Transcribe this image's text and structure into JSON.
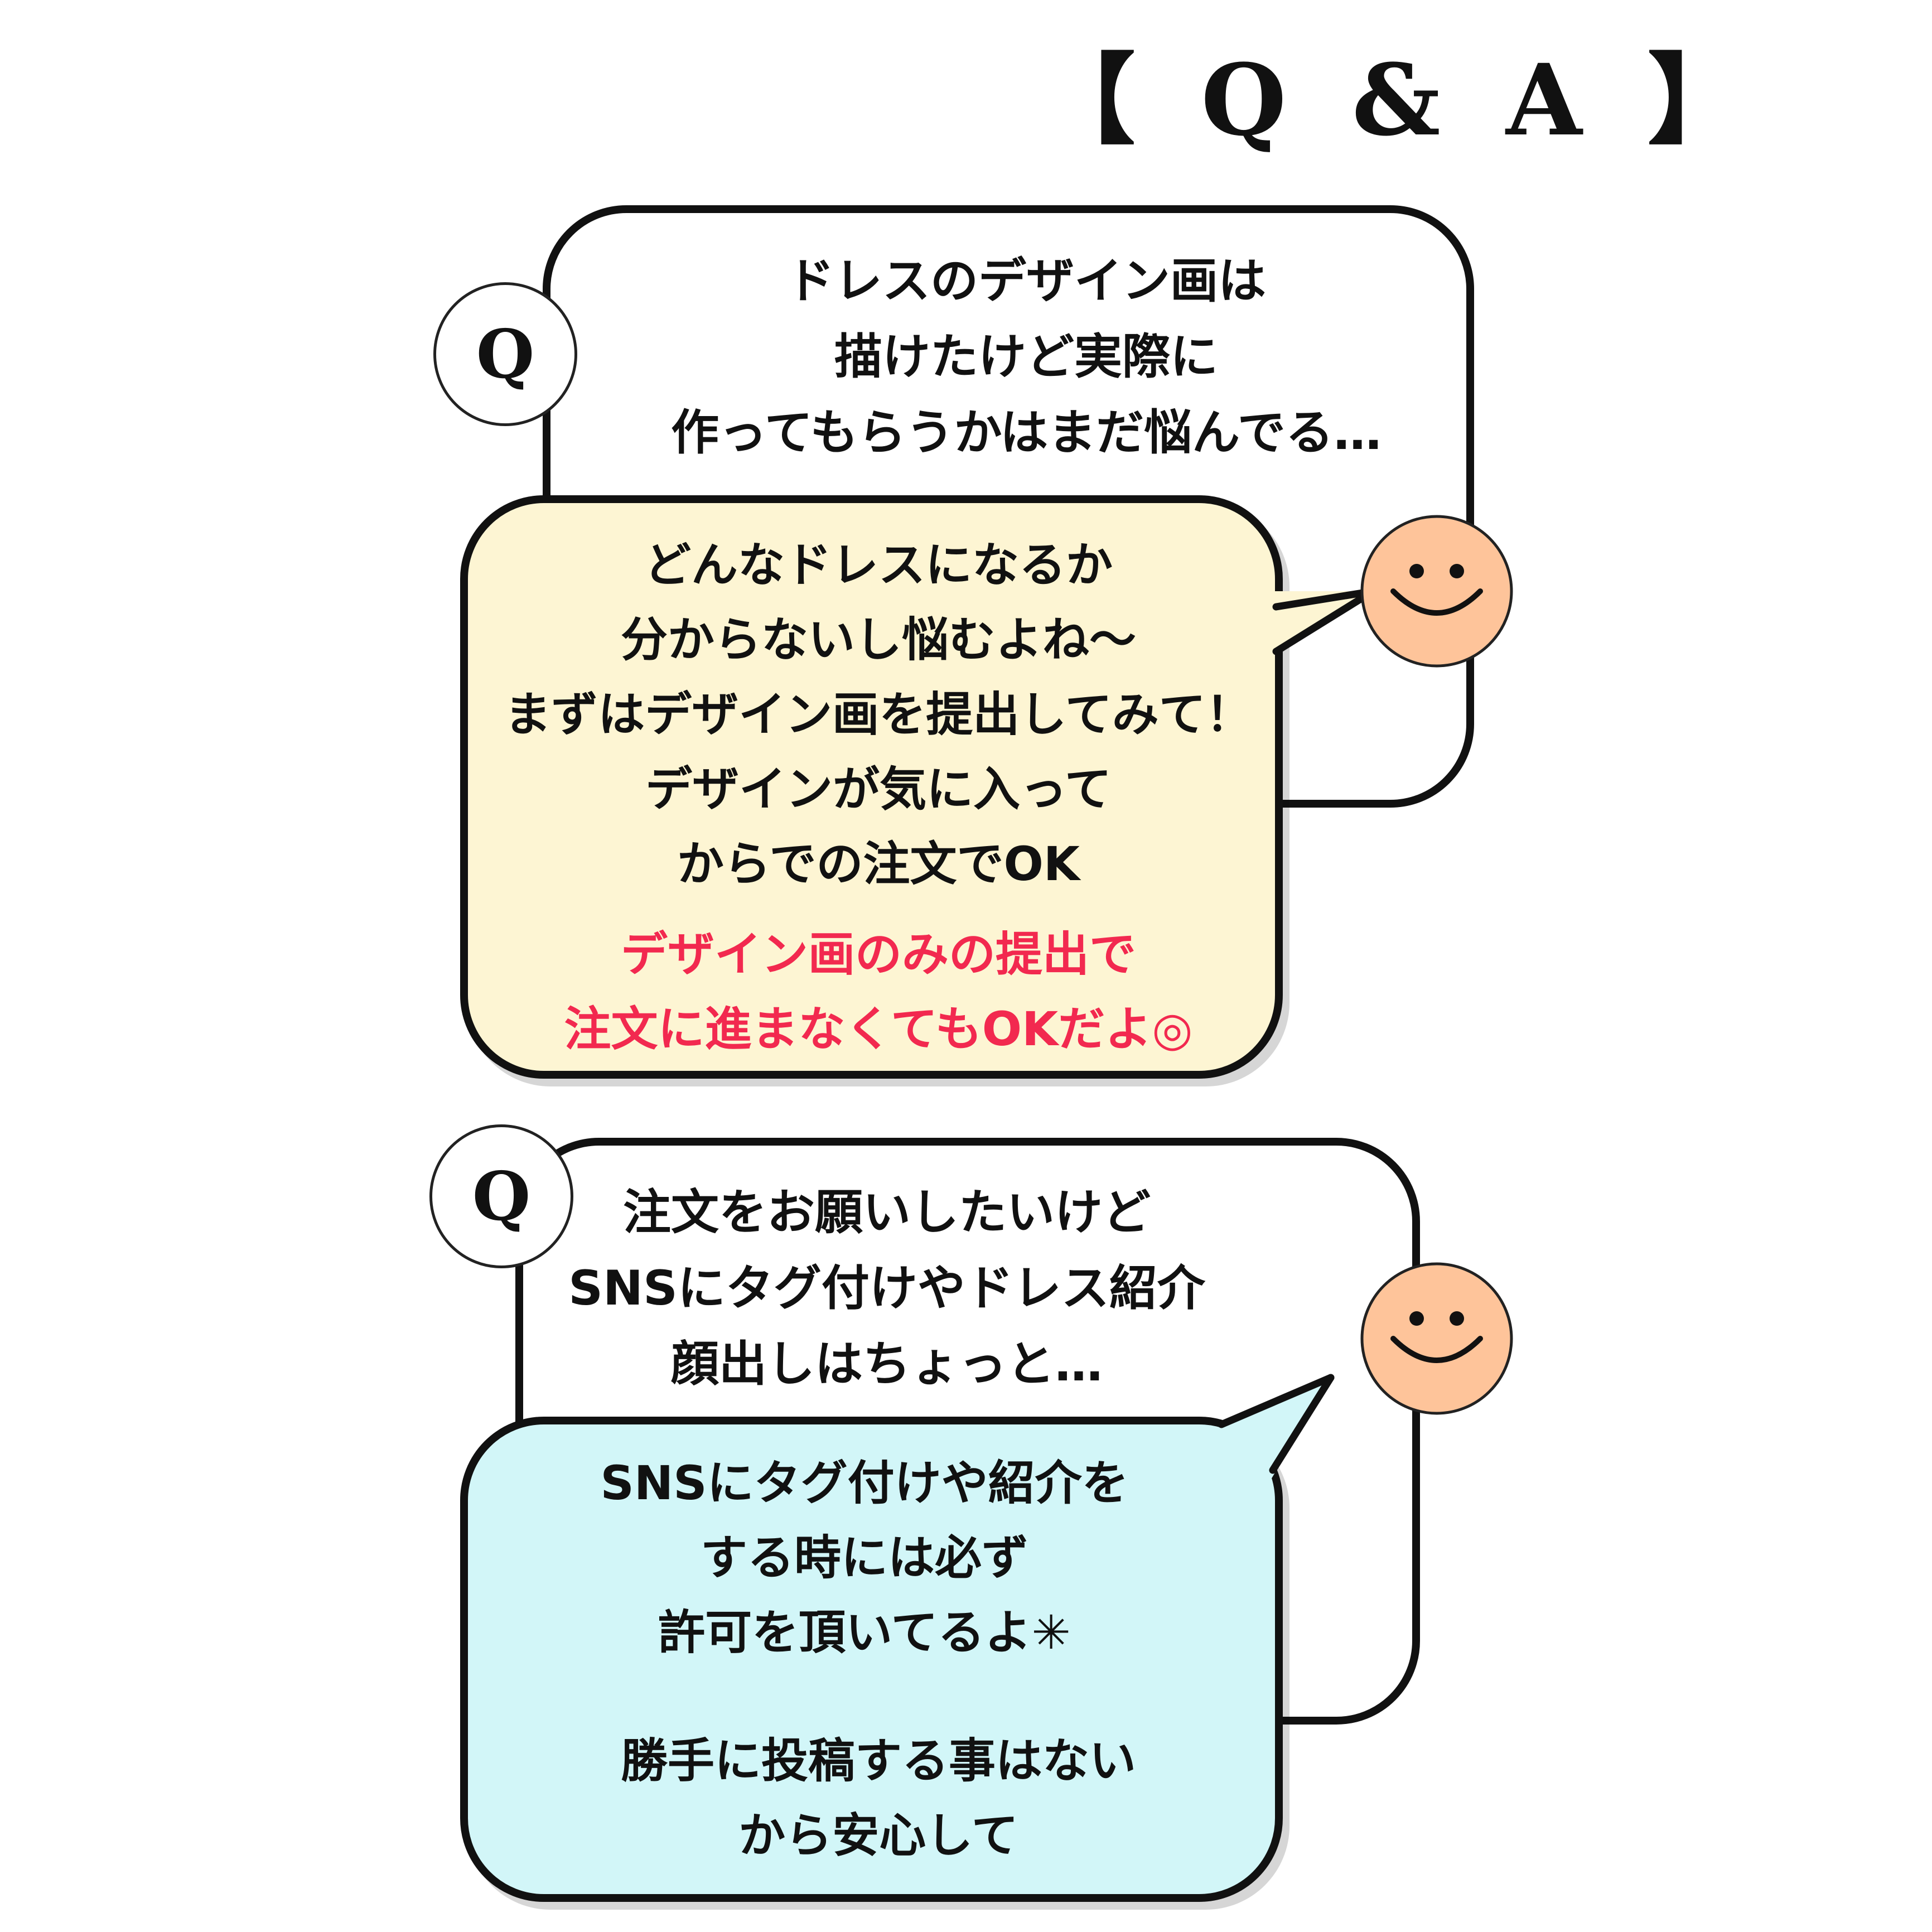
{
  "title": "【 Q & A 】",
  "colors": {
    "answer1_bg": "#fdf5d3",
    "answer2_bg": "#d2f6f8",
    "face": "#fec49a",
    "highlight_text": "#f2294f",
    "outline": "#111111"
  },
  "qa": [
    {
      "q_marker": "Q",
      "question": [
        "ドレスのデザイン画は",
        "描けたけど実際に",
        "作ってもらうかはまだ悩んでる…"
      ],
      "answer": [
        "どんなドレスになるか",
        "分からないし悩むよね〜",
        "まずはデザイン画を提出してみて！",
        "デザインが気に入って",
        "からでの注文でOK"
      ],
      "answer_highlight": [
        "デザイン画のみの提出で",
        "注文に進まなくてもOKだよ◎"
      ],
      "face_icon": "smiley-face-icon"
    },
    {
      "q_marker": "Q",
      "question": [
        "注文をお願いしたいけど",
        "SNSにタグ付けやドレス紹介",
        "顔出しはちょっと…"
      ],
      "answer": [
        "SNSにタグ付けや紹介を",
        "する時には必ず",
        "許可を頂いてるよ✳︎"
      ],
      "answer_extra": [
        "勝手に投稿する事はない",
        "から安心して"
      ],
      "face_icon": "smiley-face-icon"
    }
  ]
}
